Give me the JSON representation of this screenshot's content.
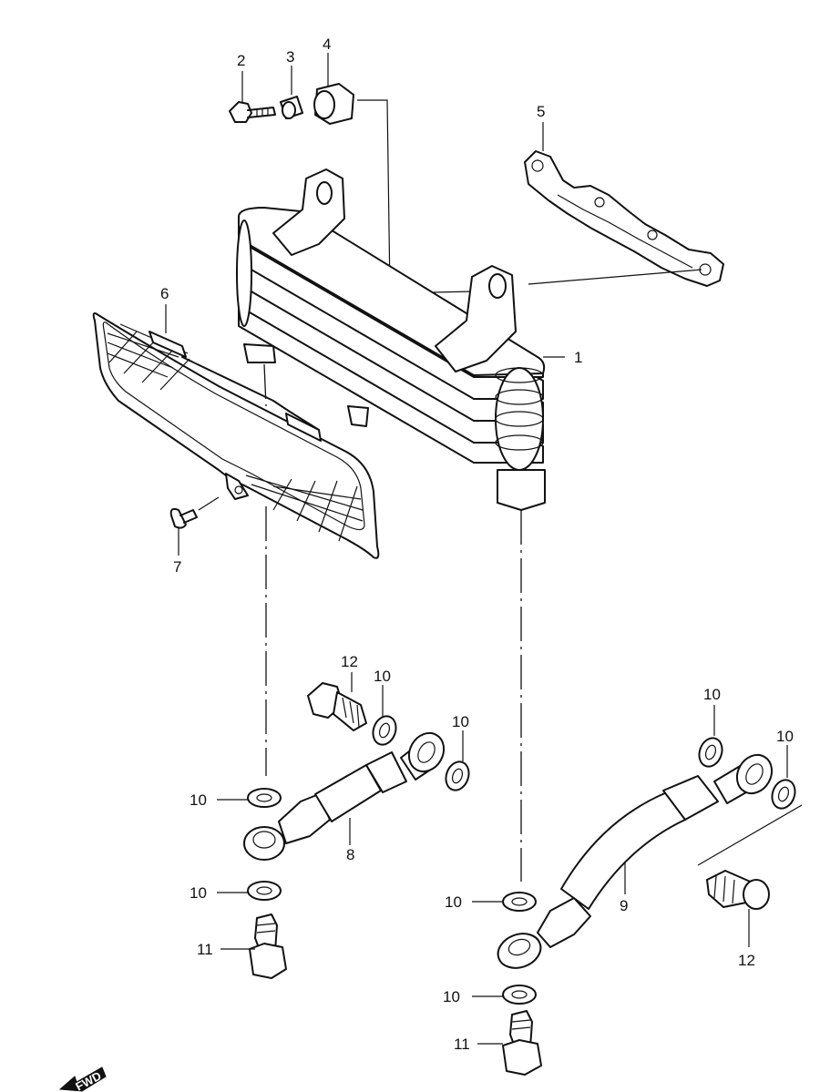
{
  "diagram": {
    "callouts": [
      {
        "id": "c1",
        "label": "1"
      },
      {
        "id": "c2",
        "label": "2"
      },
      {
        "id": "c3",
        "label": "3"
      },
      {
        "id": "c4",
        "label": "4"
      },
      {
        "id": "c5",
        "label": "5"
      },
      {
        "id": "c6",
        "label": "6"
      },
      {
        "id": "c7",
        "label": "7"
      },
      {
        "id": "c8",
        "label": "8"
      },
      {
        "id": "c9",
        "label": "9"
      },
      {
        "id": "c10a",
        "label": "10"
      },
      {
        "id": "c10b",
        "label": "10"
      },
      {
        "id": "c10c",
        "label": "10"
      },
      {
        "id": "c10d",
        "label": "10"
      },
      {
        "id": "c10e",
        "label": "10"
      },
      {
        "id": "c10f",
        "label": "10"
      },
      {
        "id": "c10g",
        "label": "10"
      },
      {
        "id": "c10h",
        "label": "10"
      },
      {
        "id": "c11a",
        "label": "11"
      },
      {
        "id": "c11b",
        "label": "11"
      },
      {
        "id": "c12a",
        "label": "12"
      },
      {
        "id": "c12b",
        "label": "12"
      }
    ],
    "fwd_label": "FWD"
  }
}
